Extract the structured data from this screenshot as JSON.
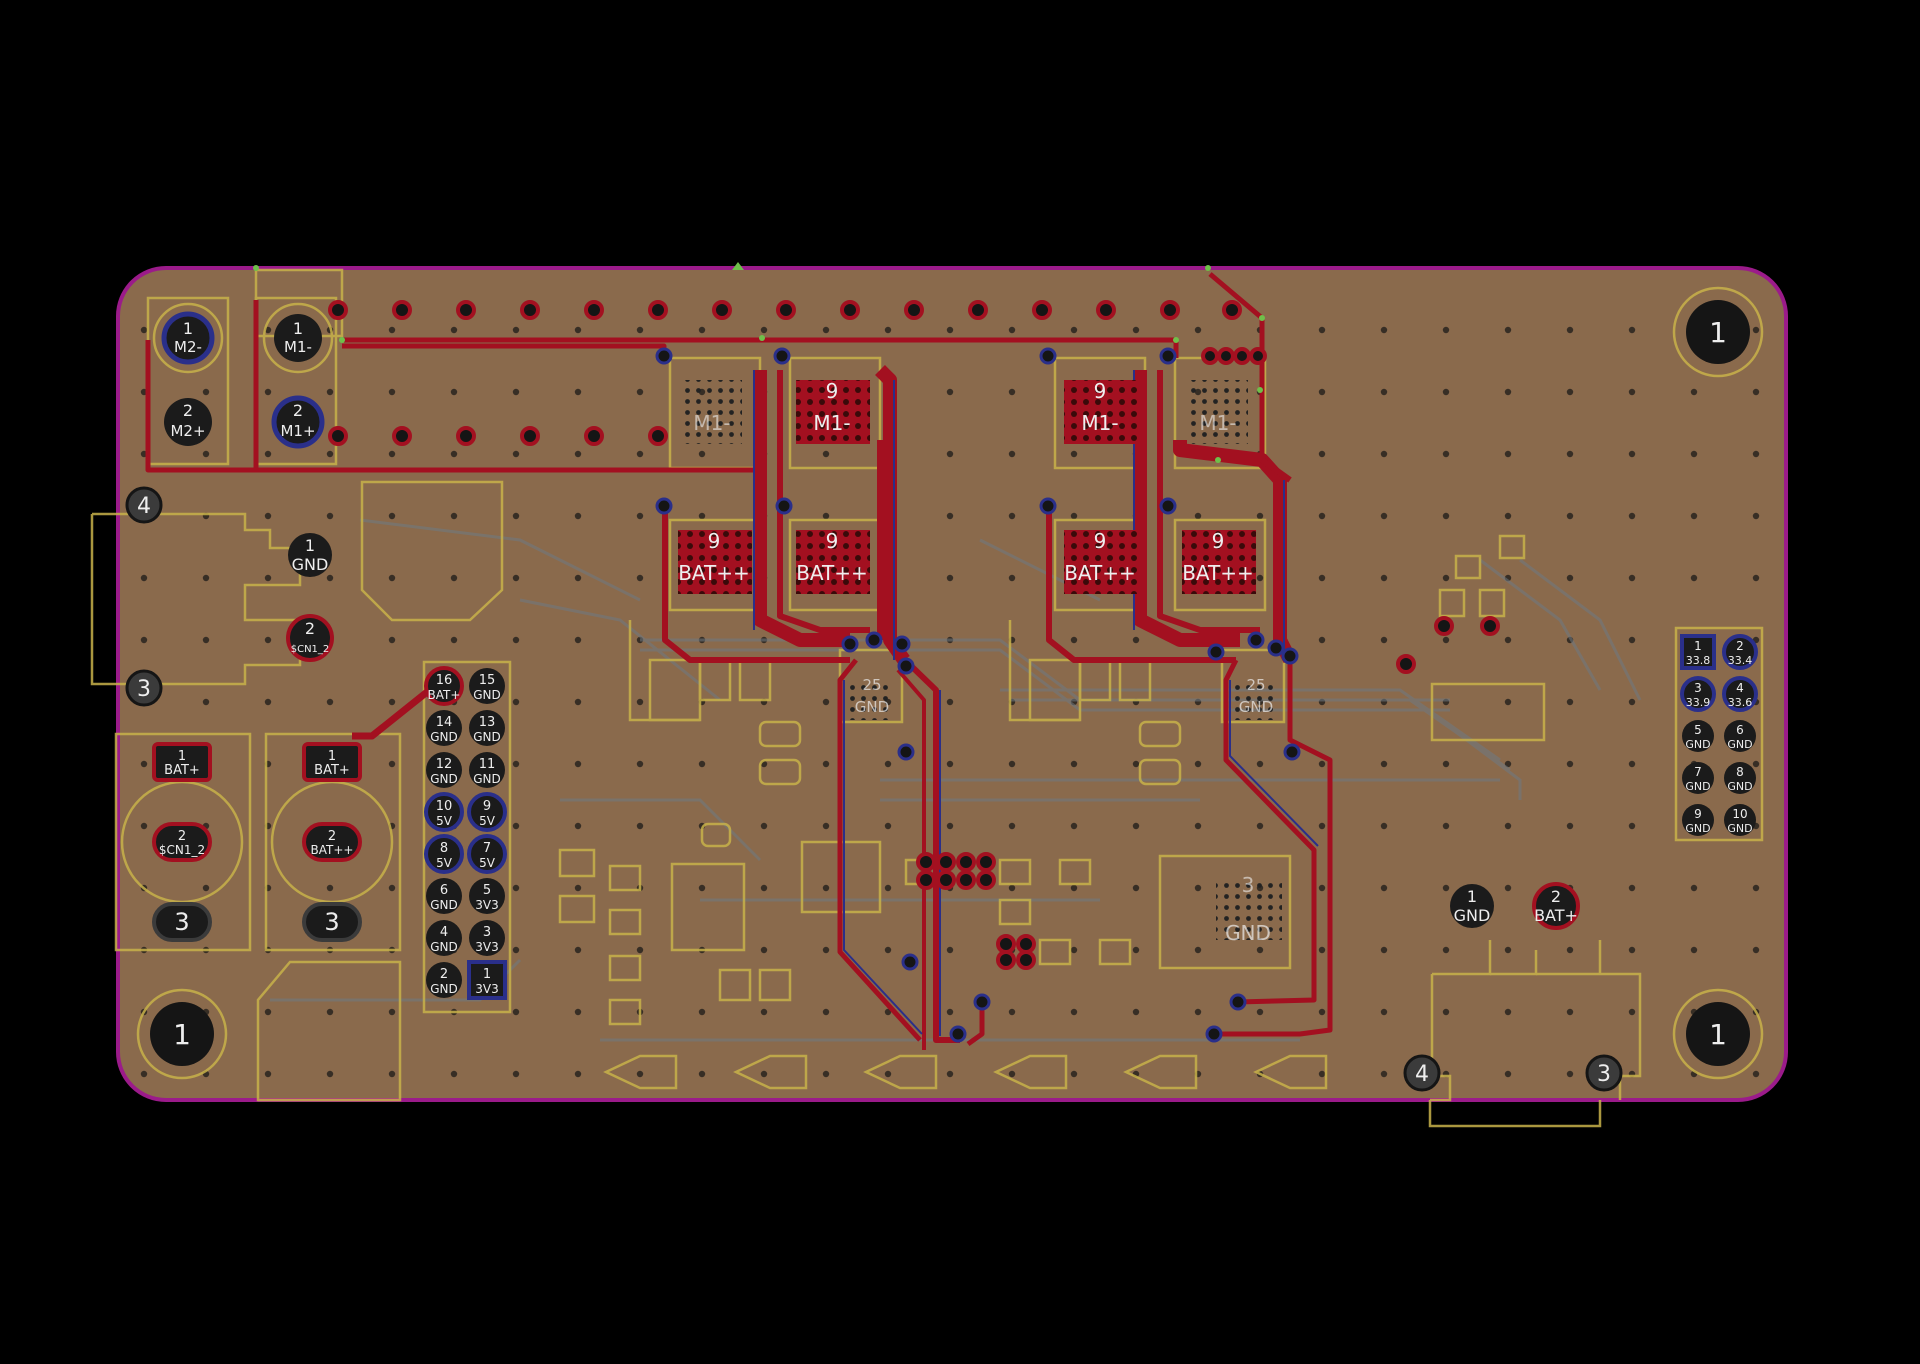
{
  "colors": {
    "background": "#000000",
    "board": "#8a6a4c",
    "outline": "#9b1b8a",
    "silk": "#c8b24a",
    "copper_front": "#a31020",
    "copper_back": "#2a2f8a",
    "pad_dark": "#151515",
    "label": "#eeeeee"
  },
  "mount_holes": {
    "label": "1"
  },
  "m2_connector": {
    "pin1": "1",
    "pin1_net": "M2-",
    "pin2": "2",
    "pin2_net": "M2+"
  },
  "m1_connector": {
    "pin1": "1",
    "pin1_net": "M1-",
    "pin2": "2",
    "pin2_net": "M1+"
  },
  "left_jack": {
    "pin4": "4",
    "pin3": "3",
    "pin1": "1",
    "pin1_net": "GND",
    "pin2": "2",
    "pin2_net": "$CN1_2"
  },
  "switch_a": {
    "pin1": "1",
    "pin1_net": "BAT+",
    "pin2": "2",
    "pin2_net": "$CN1_2",
    "pin3": "3"
  },
  "switch_b": {
    "pin1": "1",
    "pin1_net": "BAT+",
    "pin2": "2",
    "pin2_net": "BAT++",
    "pin3": "3"
  },
  "header": {
    "pins": [
      {
        "num": "16",
        "net": "BAT+"
      },
      {
        "num": "15",
        "net": "GND"
      },
      {
        "num": "14",
        "net": "GND"
      },
      {
        "num": "13",
        "net": "GND"
      },
      {
        "num": "12",
        "net": "GND"
      },
      {
        "num": "11",
        "net": "GND"
      },
      {
        "num": "10",
        "net": "5V"
      },
      {
        "num": "9",
        "net": "5V"
      },
      {
        "num": "8",
        "net": "5V"
      },
      {
        "num": "7",
        "net": "5V"
      },
      {
        "num": "6",
        "net": "GND"
      },
      {
        "num": "5",
        "net": "3V3"
      },
      {
        "num": "4",
        "net": "GND"
      },
      {
        "num": "3",
        "net": "3V3"
      },
      {
        "num": "2",
        "net": "GND"
      },
      {
        "num": "1",
        "net": "3V3"
      }
    ]
  },
  "mosfets": {
    "pad": "9",
    "top_a": "M1-",
    "top_b": "M1-",
    "top_c": "M1-",
    "top_d": "M1-",
    "bat": "BAT++",
    "ic_pad": "25",
    "ic_net": "GND"
  },
  "right_header": {
    "pins": [
      {
        "num": "1",
        "net": "33.8"
      },
      {
        "num": "2",
        "net": "33.4"
      },
      {
        "num": "3",
        "net": "33.9"
      },
      {
        "num": "4",
        "net": "33.6"
      },
      {
        "num": "5",
        "net": "GND"
      },
      {
        "num": "6",
        "net": "GND"
      },
      {
        "num": "7",
        "net": "GND"
      },
      {
        "num": "8",
        "net": "GND"
      },
      {
        "num": "9",
        "net": "GND"
      },
      {
        "num": "10",
        "net": "GND"
      }
    ]
  },
  "bottom_jack": {
    "pin1": "1",
    "pin1_net": "GND",
    "pin2": "2",
    "pin2_net": "BAT+",
    "pin4": "4",
    "pin3": "3"
  },
  "regulator": {
    "pad": "3",
    "net": "GND"
  }
}
